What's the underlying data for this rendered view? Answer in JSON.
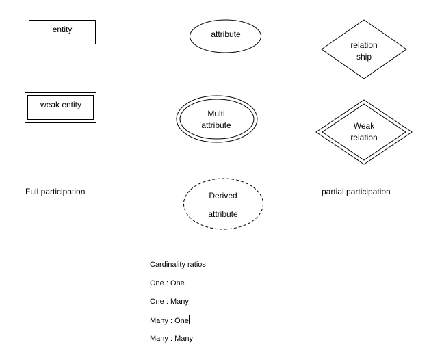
{
  "symbols": {
    "entity": "entity",
    "attribute": "attribute",
    "relationship": [
      "relation",
      "ship"
    ],
    "weak_entity": "weak entity",
    "multi_attribute": [
      "Multi",
      "attribute"
    ],
    "weak_relation": [
      "Weak",
      "relation"
    ],
    "full_participation": "Full participation",
    "derived_attribute": [
      "Derived",
      "attribute"
    ],
    "partial_participation": "partial participation"
  },
  "cardinality": {
    "heading": "Cardinality ratios",
    "items": [
      "One : One",
      "One : Many",
      "Many : One",
      "Many : Many"
    ]
  }
}
